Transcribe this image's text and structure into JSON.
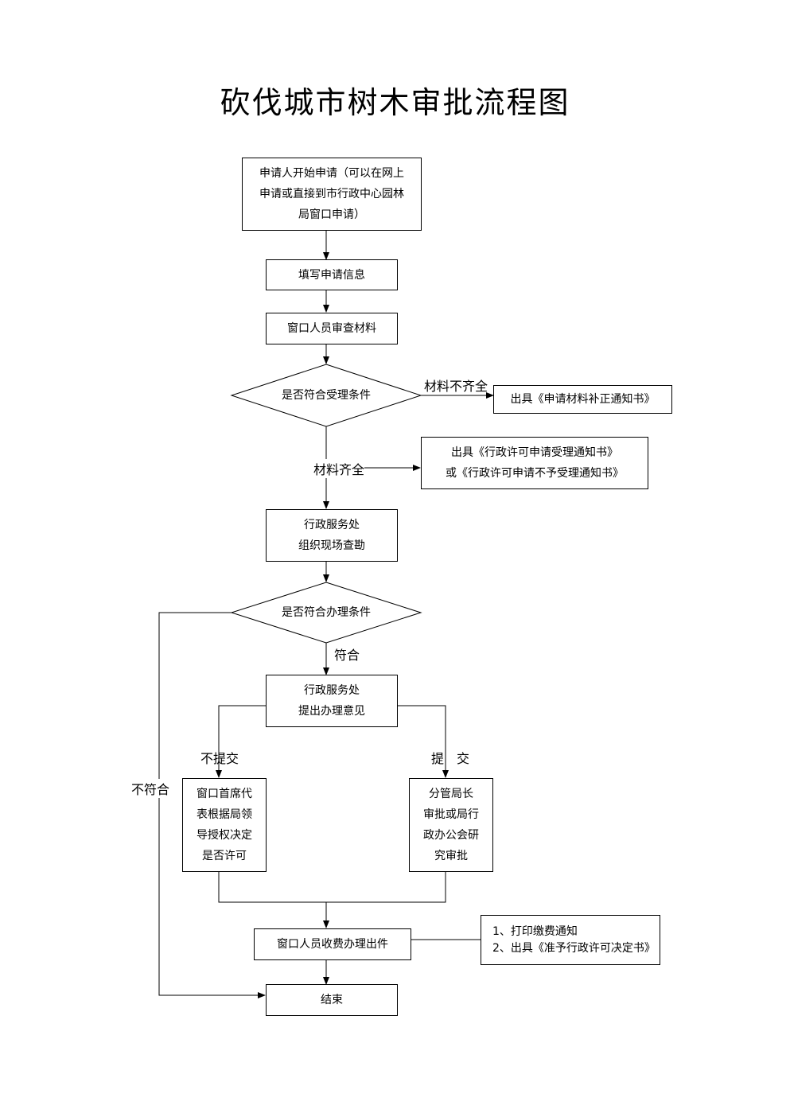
{
  "title": "砍伐城市树木审批流程图",
  "nodes": {
    "start": "申请人开始申请（可以在网上\n申请或直接到市行政中心园林\n局窗口申请）",
    "fill_info": "填写申请信息",
    "review": "窗口人员审查材料",
    "accept_check": "是否符合受理条件",
    "supplement_notice": "出具《申请材料补正通知书》",
    "accept_notice": "出具《行政许可申请受理通知书》\n或《行政许可申请不予受理通知书》",
    "inspection": "行政服务处\n组织现场查勘",
    "handle_check": "是否符合办理条件",
    "opinion": "行政服务处\n提出办理意见",
    "window_chief": "窗口首席代\n表根据局领\n导授权决定\n是否许可",
    "deputy_director": "分管局长\n审批或局行\n政办公会研\n究审批",
    "fee": "窗口人员收费办理出件",
    "docs": "1、打印缴费通知\n2、出具《准予行政许可决定书》",
    "end": "结束"
  },
  "edge_labels": {
    "incomplete": "材料不齐全",
    "complete": "材料齐全",
    "meets": "符合",
    "not_meets": "不符合",
    "not_submit": "不提交",
    "submit": "提　交"
  }
}
